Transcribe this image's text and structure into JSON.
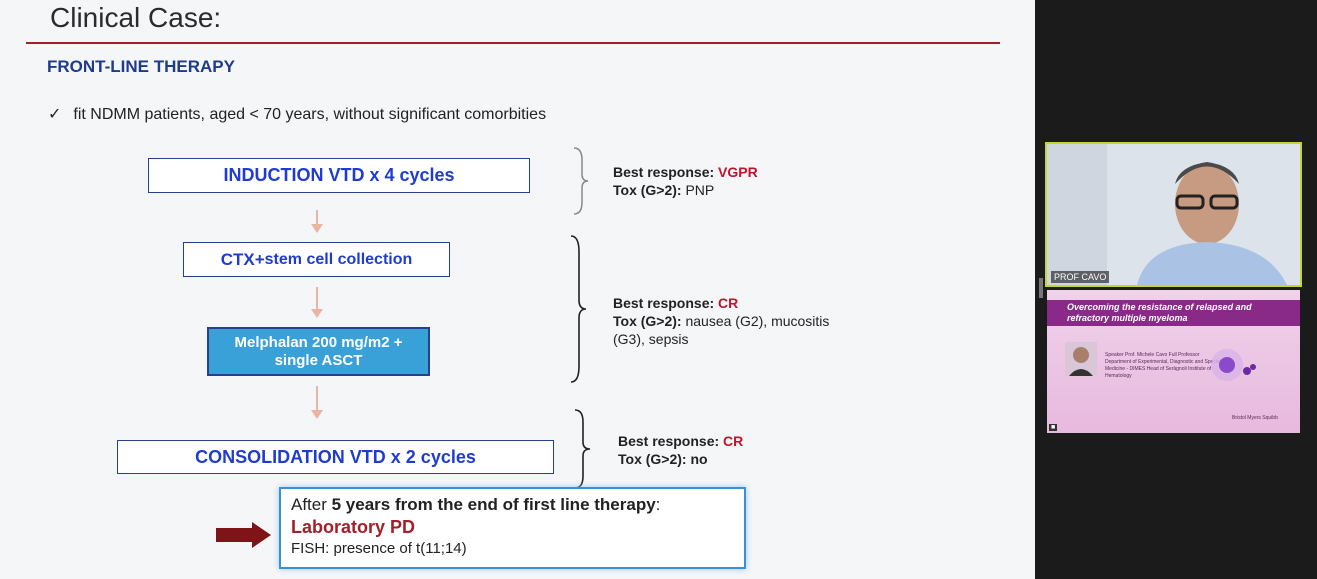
{
  "slide": {
    "title": "Clinical Case:",
    "section": "FRONT-LINE THERAPY",
    "bullet_check": "✓",
    "bullet": "fit NDMM patients, aged  < 70 years, without significant comorbities"
  },
  "flow": {
    "induction": "INDUCTION VTD x 4 cycles",
    "ctx_main": "CTX+",
    "ctx_rest": " stem cell collection",
    "melphalan_line1": "Melphalan 200 mg/m2  +",
    "melphalan_line2": "single ASCT",
    "consolidation": "CONSOLIDATION VTD x 2 cycles"
  },
  "responses": {
    "r1": {
      "best_label": "Best response: ",
      "best_value": "VGPR",
      "tox_label": "Tox (G>2): ",
      "tox_value": "PNP"
    },
    "r2": {
      "best_label": "Best response: ",
      "best_value": "CR",
      "tox_label": "Tox (G>2): ",
      "tox_value1": "nausea (G2), mucositis",
      "tox_value2": "(G3), sepsis"
    },
    "r3": {
      "best_label": "Best response: ",
      "best_value": "CR",
      "tox_label": "Tox (G>2): ",
      "tox_value": "no"
    }
  },
  "summary": {
    "prefix": "After ",
    "bold": "5 years from the end of first line therapy",
    "suffix": ":",
    "pd": "Laboratory PD",
    "fish": "FISH: presence of t(11;14)"
  },
  "sidebar": {
    "camera_label": "PROF CAVO",
    "thumb_title": "Overcoming the resistance of relapsed and refractory multiple myeloma",
    "thumb_speaker": "Speaker Prof. Michele Cavo Full Professor Department of Experimental, Diagnostic and Specialty Medicine - DIMES Head of Seràgnoli Institute of Hematology",
    "thumb_brand": "Bristol Myers Squibb"
  },
  "colors": {
    "accent_red": "#a3202b",
    "flow_blue": "#1f3ccf",
    "melph_fill": "#3aa0d8",
    "camera_border": "#c5d62e"
  }
}
